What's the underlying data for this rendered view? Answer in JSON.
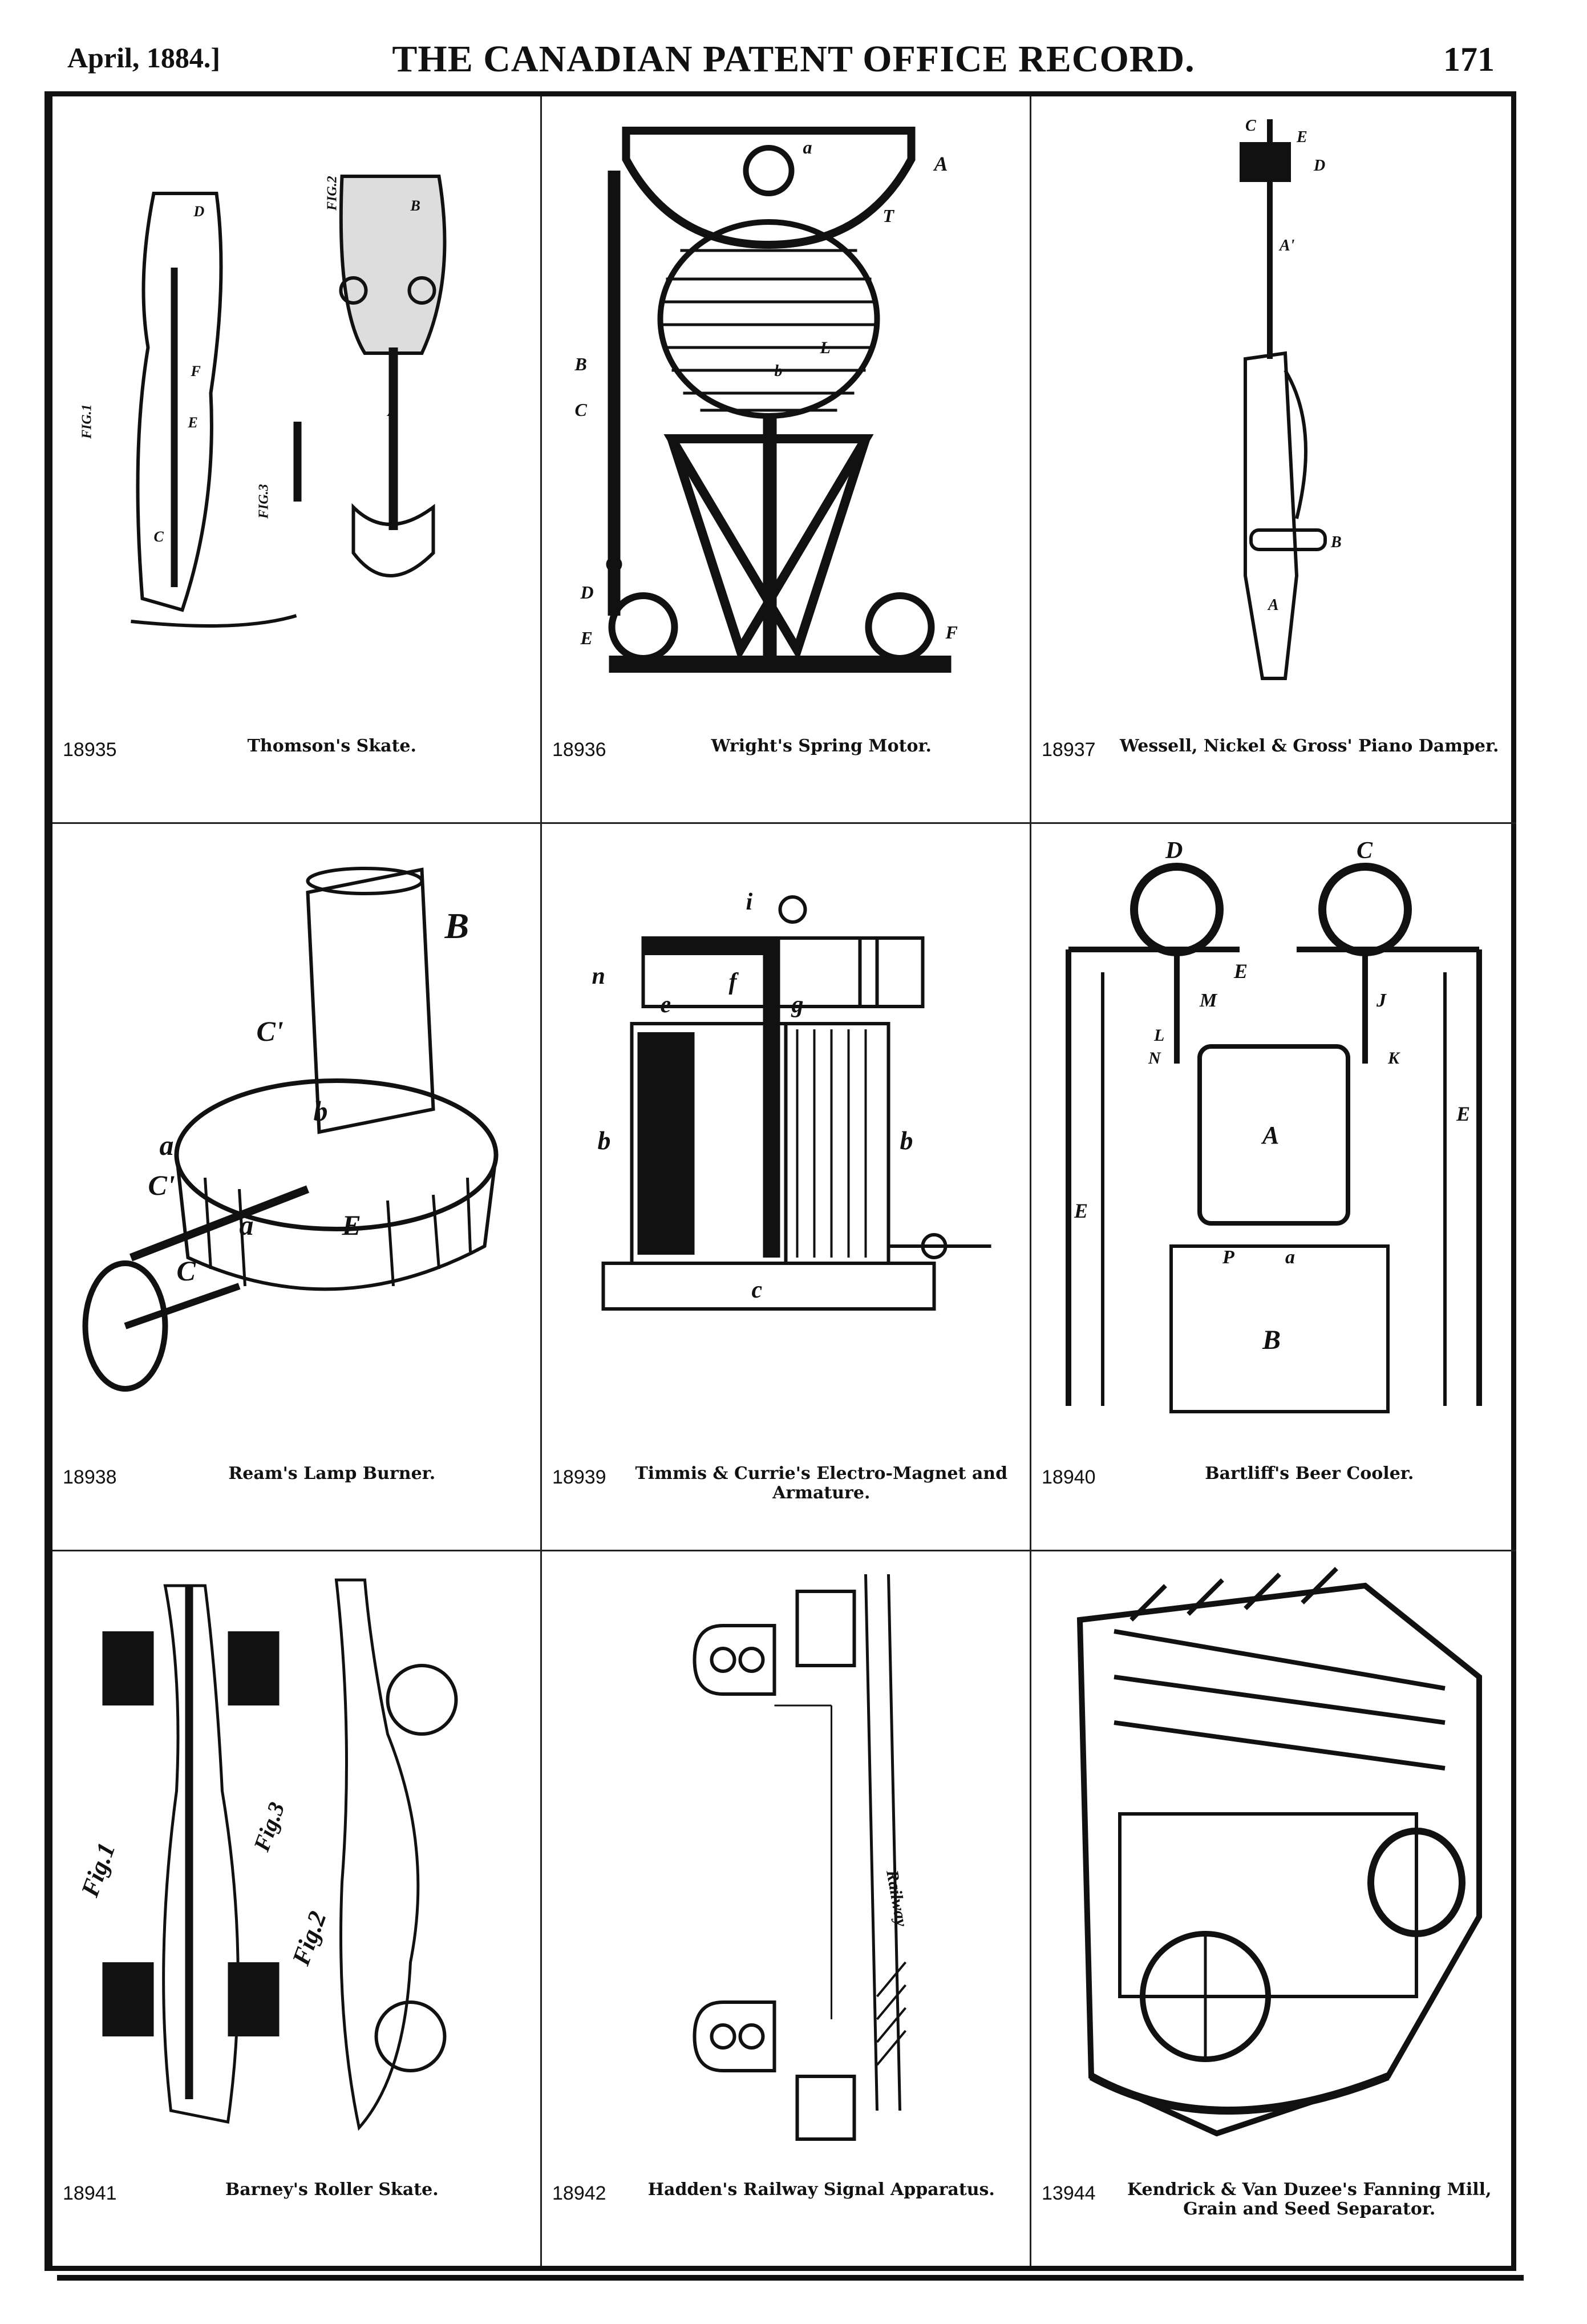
{
  "header": {
    "date": "April, 1884.]",
    "title": "THE CANADIAN PATENT OFFICE RECORD.",
    "page_number": "171"
  },
  "figures": [
    {
      "number": "18935",
      "caption": "Thomson's Skate.",
      "labels": [
        "FIG.1",
        "FIG.2",
        "FIG.3",
        "D",
        "E",
        "F",
        "C",
        "A",
        "B"
      ]
    },
    {
      "number": "18936",
      "caption": "Wright's Spring Motor.",
      "labels": [
        "A",
        "a",
        "B",
        "C",
        "D",
        "E",
        "F",
        "T",
        "L",
        "b"
      ]
    },
    {
      "number": "18937",
      "caption": "Wessell, Nickel & Gross' Piano Damper.",
      "labels": [
        "C",
        "E",
        "D",
        "A'",
        "A",
        "B"
      ]
    },
    {
      "number": "18938",
      "caption": "Ream's Lamp Burner.",
      "labels": [
        "B",
        "C'",
        "b",
        "a",
        "C'",
        "a",
        "C",
        "E"
      ]
    },
    {
      "number": "18939",
      "caption": "Timmis & Currie's Electro-Magnet and Armature.",
      "labels": [
        "i",
        "n",
        "f",
        "e",
        "g",
        "b",
        "b",
        "c"
      ]
    },
    {
      "number": "18940",
      "caption": "Bartliff's Beer Cooler.",
      "labels": [
        "D",
        "C",
        "E",
        "M",
        "J",
        "L",
        "N",
        "K",
        "A",
        "E",
        "E",
        "P",
        "a",
        "B"
      ]
    },
    {
      "number": "18941",
      "caption": "Barney's Roller Skate.",
      "labels": [
        "Fig.1",
        "Fig.2",
        "Fig.3"
      ]
    },
    {
      "number": "18942",
      "caption": "Hadden's Railway Signal Apparatus.",
      "labels": [
        "Railway"
      ]
    },
    {
      "number": "13944",
      "caption": "Kendrick & Van Duzee's Fanning Mill, Grain and Seed Separator.",
      "labels": []
    }
  ]
}
